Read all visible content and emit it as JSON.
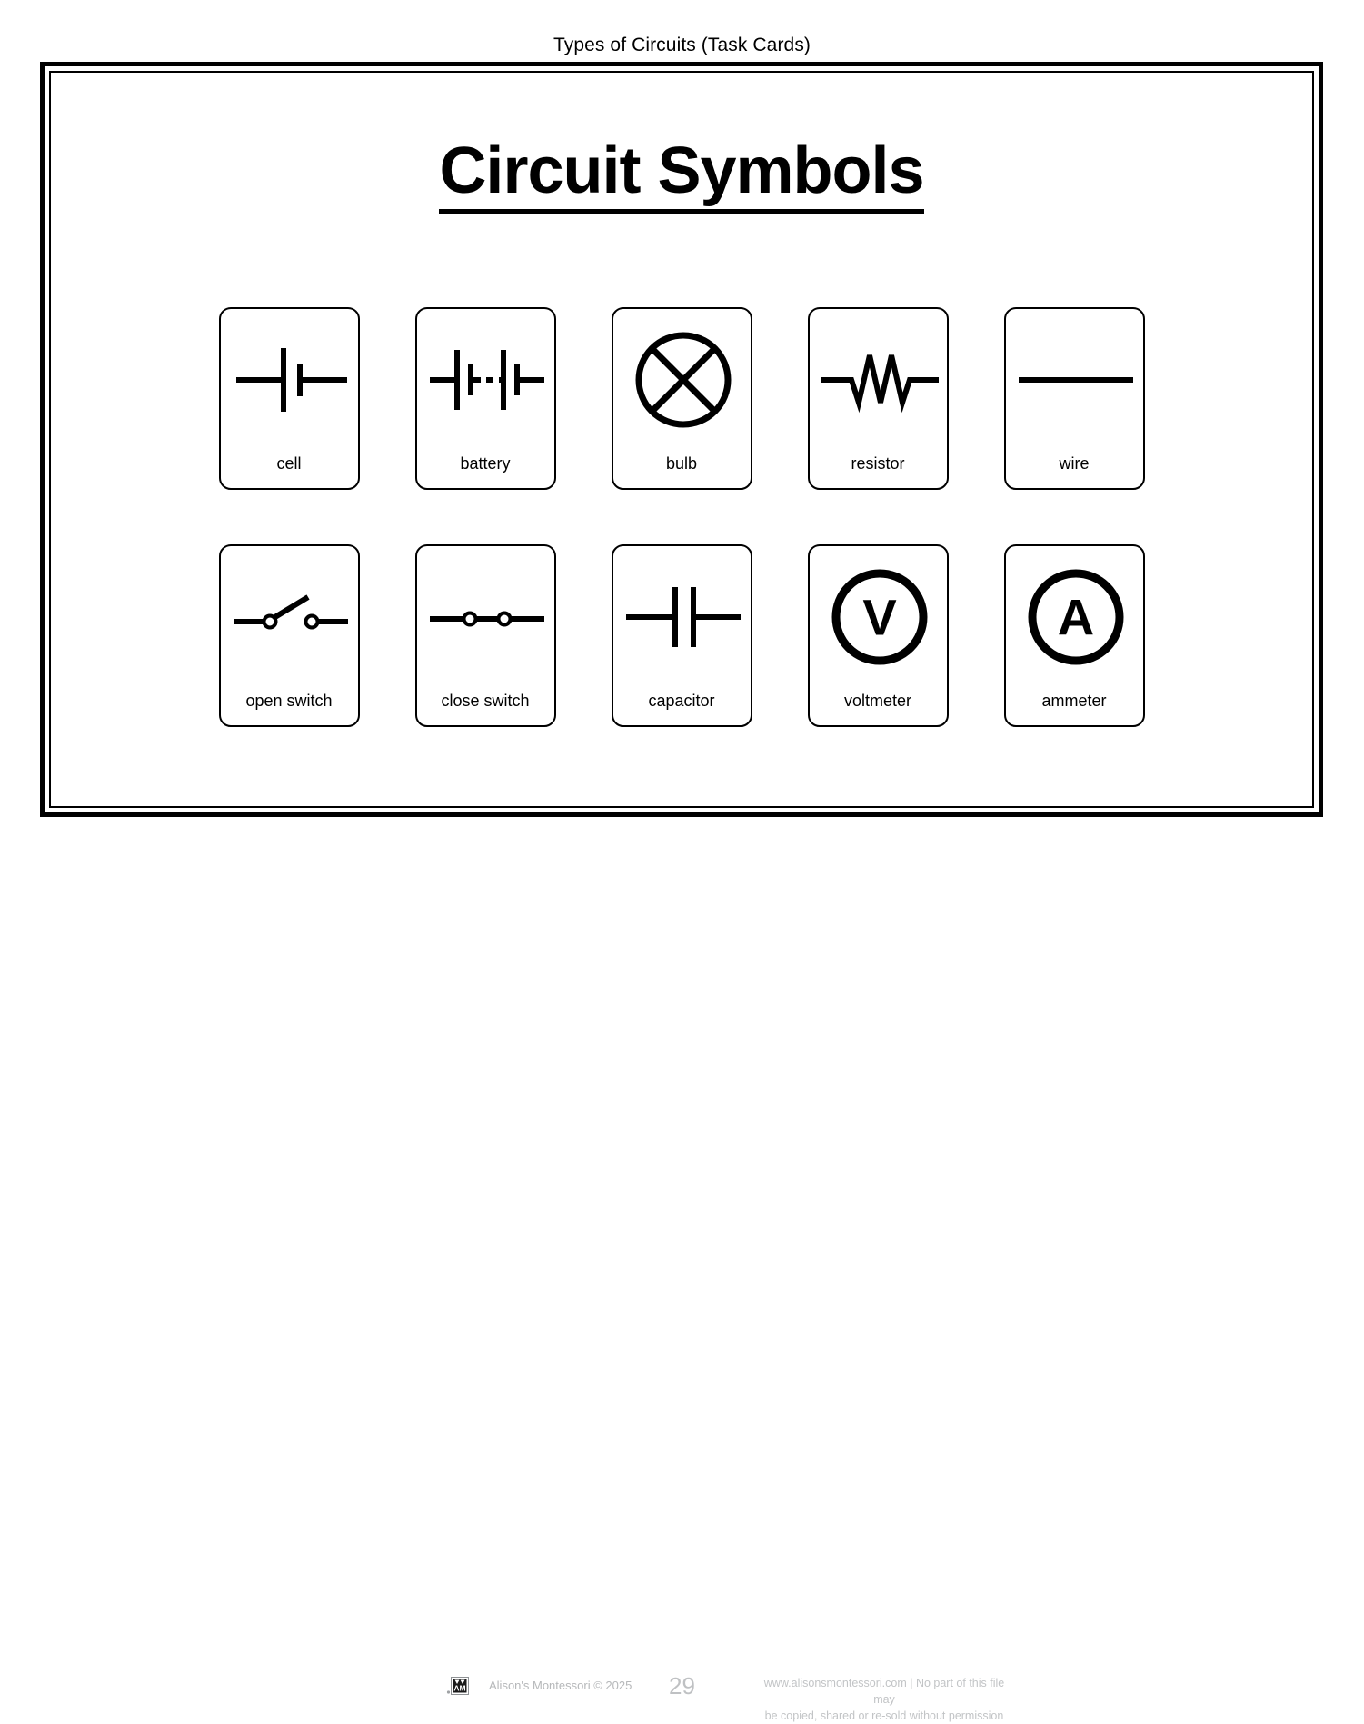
{
  "header": {
    "running_head": "Types of Circuits (Task Cards)"
  },
  "sheet": {
    "title": "Circuit Symbols"
  },
  "cards": {
    "rows": [
      [
        {
          "label": "cell",
          "symbol": "cell-symbol"
        },
        {
          "label": "battery",
          "symbol": "battery-symbol"
        },
        {
          "label": "bulb",
          "symbol": "bulb-symbol"
        },
        {
          "label": "resistor",
          "symbol": "resistor-symbol"
        },
        {
          "label": "wire",
          "symbol": "wire-symbol"
        }
      ],
      [
        {
          "label": "open switch",
          "symbol": "open-switch-symbol"
        },
        {
          "label": "close switch",
          "symbol": "close-switch-symbol"
        },
        {
          "label": "capacitor",
          "symbol": "capacitor-symbol"
        },
        {
          "label": "voltmeter",
          "symbol": "voltmeter-symbol",
          "glyph": "V"
        },
        {
          "label": "ammeter",
          "symbol": "ammeter-symbol",
          "glyph": "A"
        }
      ]
    ]
  },
  "footer": {
    "logo_text": "AM",
    "credit": "Alison's Montessori © 2025",
    "page_number": "29",
    "terms_line1": "www.alisonsmontessori.com | No part of this file may",
    "terms_line2": "be copied, shared or re-sold without permission"
  },
  "colors": {
    "ink": "#000000",
    "footer_gray": "#bfc1c3",
    "paper": "#ffffff"
  }
}
